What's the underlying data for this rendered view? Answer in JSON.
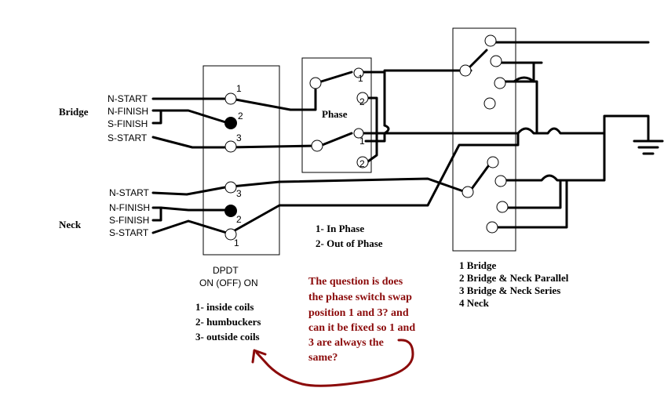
{
  "pickups": {
    "bridge": {
      "label": "Bridge",
      "wires": [
        "N-START",
        "N-FINISH",
        "S-FINISH",
        "S-START"
      ]
    },
    "neck": {
      "label": "Neck",
      "wires": [
        "N-START",
        "N-FINISH",
        "S-FINISH",
        "S-START"
      ]
    }
  },
  "dpdt_switch": {
    "terminals_top": [
      "1",
      "2",
      "3"
    ],
    "terminals_bottom": [
      "3",
      "2",
      "1"
    ],
    "title": "DPDT",
    "subtitle": "ON (OFF) ON",
    "positions": [
      "1- inside coils",
      "2- humbuckers",
      "3- outside coils"
    ]
  },
  "phase_switch": {
    "label": "Phase",
    "terminals": [
      "1",
      "2",
      "1",
      "2"
    ],
    "positions": [
      "1- In Phase",
      "2- Out of Phase"
    ]
  },
  "selector_switch": {
    "positions": [
      "1 Bridge",
      "2 Bridge & Neck Parallel",
      "3 Bridge & Neck Series",
      "4 Neck"
    ]
  },
  "question": [
    "The question is does",
    "the phase switch swap",
    "position 1 and 3? and",
    "can it be fixed so 1 and",
    "3 are always the",
    "same?"
  ],
  "colors": {
    "note": "#8b0a0a",
    "ink": "#000000",
    "background": "#ffffff"
  }
}
